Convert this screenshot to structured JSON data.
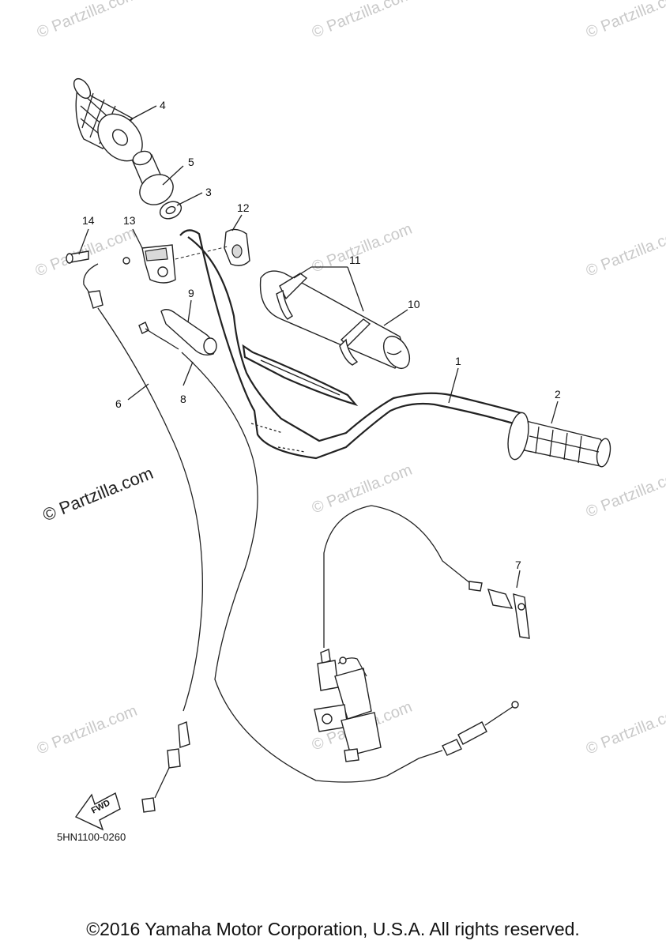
{
  "watermarks": [
    "© Partzilla.com",
    "© Partzilla.com",
    "© Partzilla.com",
    "© Partzilla.com",
    "© Partzilla.com",
    "© Partzilla.com",
    "© Partzilla.com",
    "© Partzilla.com",
    "© Partzilla.com",
    "© Partzilla.com",
    "© Partzilla.com"
  ],
  "watermark_main": "© Partzilla.com",
  "callouts": {
    "c1": "1",
    "c2": "2",
    "c3": "3",
    "c4": "4",
    "c5": "5",
    "c6": "6",
    "c7": "7",
    "c8": "8",
    "c9": "9",
    "c10": "10",
    "c11": "11",
    "c12": "12",
    "c13": "13",
    "c14": "14"
  },
  "fwd_label": "FWD",
  "diagram_code": "5HN1100-0260",
  "copyright": "©2016 Yamaha Motor Corporation, U.S.A. All rights reserved."
}
